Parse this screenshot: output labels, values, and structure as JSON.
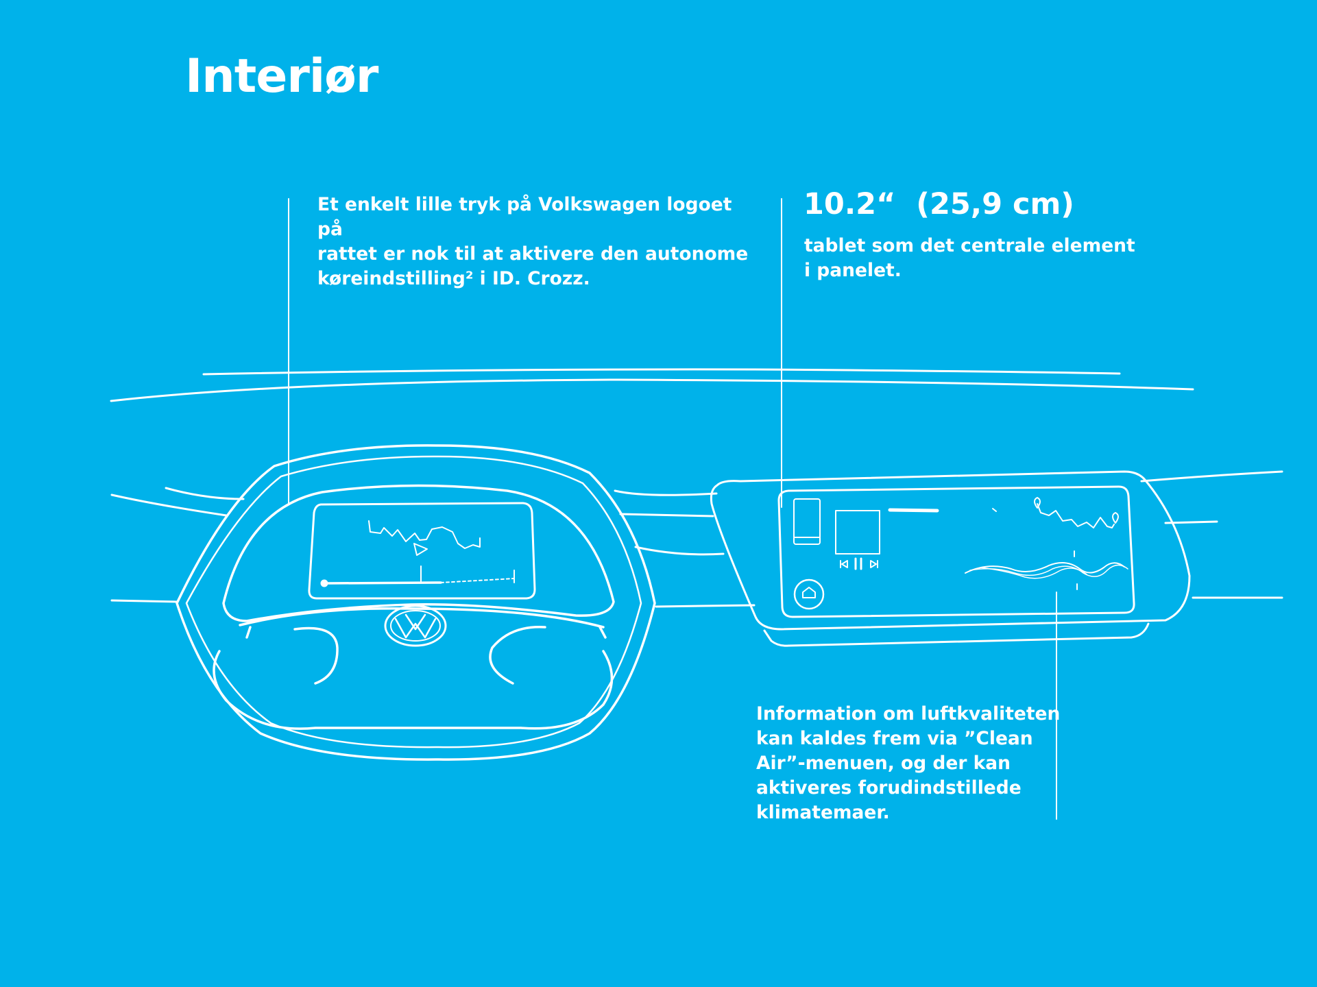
{
  "page": {
    "title": "Interiør",
    "background_color": "#00B2EA",
    "foreground_color": "#FFFFFF"
  },
  "annotations": {
    "steering": "Et enkelt lille tryk på Volkswagen logoet på\nrattet er nok til at aktivere den autonome\nkøreindstilling² i ID. Crozz.",
    "tablet_size": "10.2“  (25,9 cm)",
    "tablet_description": "tablet som det centrale element\ni panelet.",
    "air_quality": "Information om luftkvaliteten\nkan kaldes frem via ”Clean\nAir”-menuen, og der kan\naktiveres forudindstillede\nklimatemaer."
  },
  "illustration": {
    "subject": "dashboard-line-drawing",
    "icons": [
      "steering-wheel",
      "volkswagen-logo",
      "driver-display",
      "center-tablet",
      "home-button-icon",
      "media-controls",
      "map-pin-icon"
    ]
  }
}
